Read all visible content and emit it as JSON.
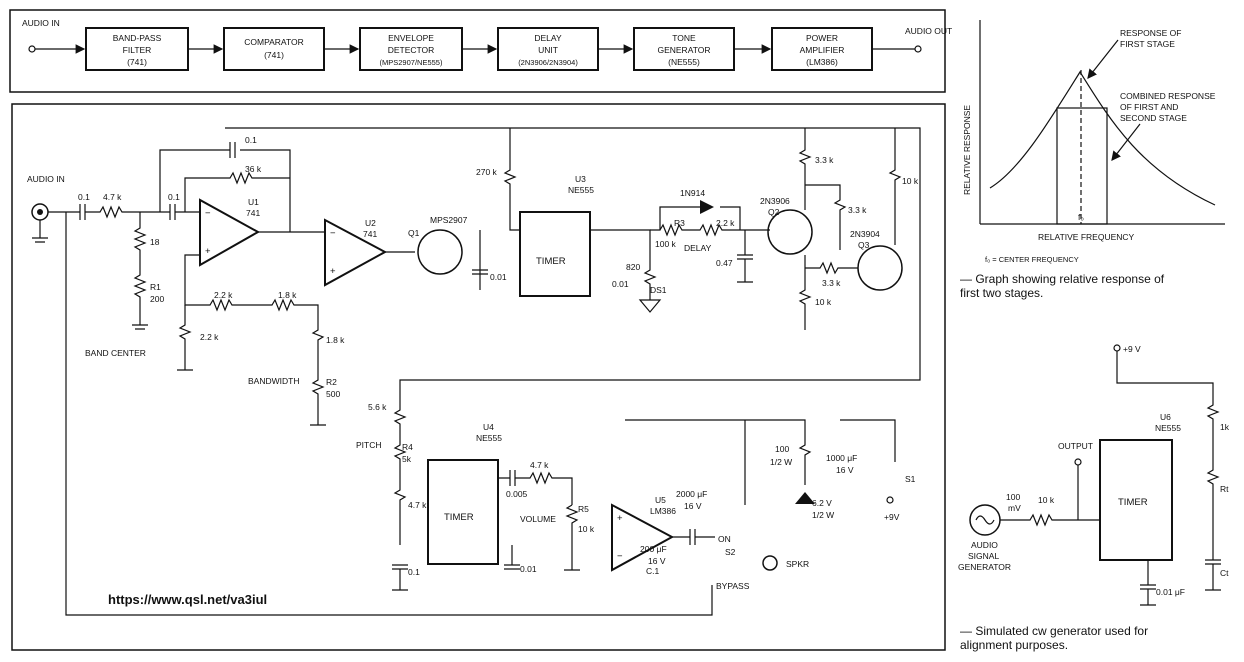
{
  "block_diagram": {
    "audio_in": "AUDIO IN",
    "audio_out": "AUDIO OUT",
    "blocks": [
      {
        "l1": "BAND-PASS",
        "l2": "FILTER",
        "l3": "(741)"
      },
      {
        "l1": "COMPARATOR",
        "l2": "(741)",
        "l3": ""
      },
      {
        "l1": "ENVELOPE",
        "l2": "DETECTOR",
        "l3": "(MPS2907/NE555)"
      },
      {
        "l1": "DELAY",
        "l2": "UNIT",
        "l3": "(2N3906/2N3904)"
      },
      {
        "l1": "TONE",
        "l2": "GENERATOR",
        "l3": "(NE555)"
      },
      {
        "l1": "POWER",
        "l2": "AMPLIFIER",
        "l3": "(LM386)"
      }
    ]
  },
  "graph": {
    "ylabel": "RELATIVE RESPONSE",
    "xlabel": "RELATIVE FREQUENCY",
    "f0": "f₀",
    "ann_first_1": "RESPONSE OF",
    "ann_first_2": "FIRST STAGE",
    "ann_comb_1": "COMBINED RESPONSE",
    "ann_comb_2": "OF FIRST AND",
    "ann_comb_3": "SECOND STAGE",
    "note": "f₀ = CENTER FREQUENCY",
    "caption_1": "— Graph showing relative response of",
    "caption_2": "first two stages."
  },
  "schematic": {
    "audio_in": "AUDIO IN",
    "c_in": "0.1",
    "r_in": "4.7 k",
    "c_in2": "0.1",
    "r_18": "18",
    "r1": "R1",
    "r1_val": "200",
    "band_center": "BAND CENTER",
    "c_fb": "0.1",
    "r_fb": "36 k",
    "u1": "U1",
    "u1_part": "741",
    "r_22k_a": "2.2 k",
    "r_22k_b": "2.2 k",
    "r_18k_a": "1.8 k",
    "r_18k_b": "1.8 k",
    "bandwidth": "BANDWIDTH",
    "r2": "R2",
    "r2_val": "500",
    "u2": "U2",
    "u2_part": "741",
    "q1": "Q1",
    "q1_part": "MPS2907",
    "r_270k": "270 k",
    "c_001_a": "0.01",
    "c_001_b": "0.01",
    "u3": "U3",
    "u3_part": "NE555",
    "timer": "TIMER",
    "d_1n914": "1N914",
    "r3": "R3",
    "r3_val": "100 k",
    "delay": "DELAY",
    "r_22k_c": "2.2 k",
    "c_047": "0.47",
    "r_820": "820",
    "ds1": "DS1",
    "q2": "Q2",
    "q2_part": "2N3906",
    "r_33k_a": "3.3 k",
    "r_33k_b": "3.3 k",
    "r_33k_c": "3.3 k",
    "r_10k_a": "10 k",
    "r_10k_b": "10 k",
    "q3": "Q3",
    "q3_part": "2N3904",
    "r_56k": "5.6 k",
    "pitch": "PITCH",
    "r4": "R4",
    "r4_val": "5k",
    "r_47k_a": "4.7 k",
    "r_47k_b": "4.7 k",
    "c_01_u4": "0.1",
    "u4": "U4",
    "u4_part": "NE555",
    "c_0005": "0.005",
    "c_001_c": "0.01",
    "volume": "VOLUME",
    "r5": "R5",
    "r5_val": "10 k",
    "u5": "U5",
    "u5_part": "LM386",
    "c_2000": "2000 μF",
    "v_16a": "16 V",
    "c_200": "200 μF",
    "v_16b": "16 V",
    "c_1000": "1000 μF",
    "v_16c": "16 V",
    "r_100": "100",
    "r_100w": "1/2 W",
    "zener": "6.2 V",
    "zener_w": "1/2 W",
    "s1": "S1",
    "plus9": "+9V",
    "s2": "S2",
    "on": "ON",
    "spkr": "SPKR",
    "bypass": "BYPASS",
    "c_c1": "C.1",
    "url": "https://www.qsl.net/va3iul"
  },
  "cw_gen": {
    "vcc": "+9 V",
    "output": "OUTPUT",
    "u6": "U6",
    "u6_part": "NE555",
    "r_1k": "1k",
    "r_100mv": "100",
    "mv": "mV",
    "r_10k": "10 k",
    "timer": "TIMER",
    "rt": "Rt",
    "ct": "Ct",
    "c_001": "0.01 μF",
    "gen_1": "AUDIO",
    "gen_2": "SIGNAL",
    "gen_3": "GENERATOR",
    "caption_1": "— Simulated cw generator used for",
    "caption_2": "alignment purposes."
  }
}
